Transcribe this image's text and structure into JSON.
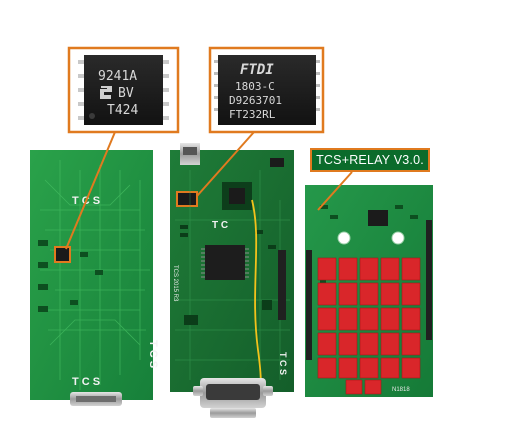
{
  "callouts": {
    "left_chip": {
      "lines": [
        "9241A",
        "BV",
        "T424"
      ]
    },
    "middle_chip": {
      "lines": [
        "FTDI",
        "1803-C",
        "D9263701",
        "FT232RL"
      ]
    },
    "right_label": "TCS+RELAY V3.0."
  },
  "boards": {
    "left": {
      "silk_top": "TCS",
      "silk_side": "TCS",
      "silk_bottom": "TCS"
    },
    "middle": {
      "silk_a": "T C",
      "silk_b": "T C S"
    },
    "right": {
      "silk_code": "N1818"
    }
  },
  "colors": {
    "pcb_green": "#1f8a3a",
    "pcb_dark": "#0f5f28",
    "relay_red": "#d9262a",
    "callout_orange": "#e07a1f",
    "chip_black": "#1b1b1b"
  }
}
